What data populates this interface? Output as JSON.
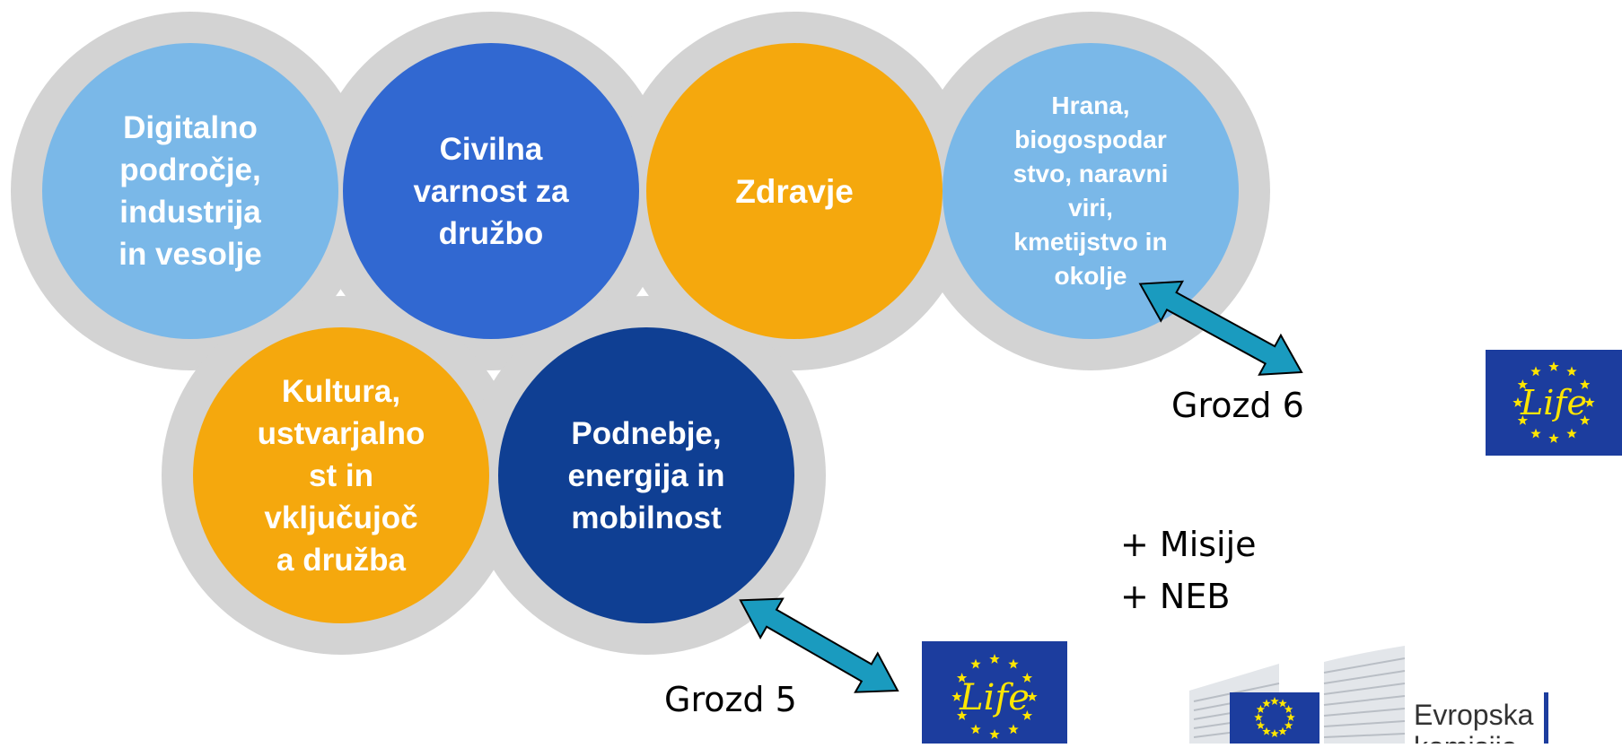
{
  "clusters": [
    {
      "text": "Digitalno\npodročje,\nindustrija\nin vesolje",
      "color": "#7ab8e8"
    },
    {
      "text": "Civilna\nvarnost za\ndružbo",
      "color": "#3168d1"
    },
    {
      "text": "Zdravje",
      "color": "#f5a80d"
    },
    {
      "text": "Hrana,\nbiogospodar\nstvo, naravni\nviri,\nkmetijstvo in\nokolje",
      "color": "#7ab8e8"
    },
    {
      "text": "Kultura,\nustvarjalno\nst in\nvključujoč\na družba",
      "color": "#f5a80d"
    },
    {
      "text": "Podnebje,\nenergija in\nmobilnost",
      "color": "#0f3f93"
    }
  ],
  "labels": {
    "grozd6": "Grozd 6",
    "grozd5": "Grozd 5"
  },
  "extras": {
    "misije": "+ Misije",
    "neb": "+ NEB"
  },
  "life_logo": {
    "text": "Life",
    "bg_color": "#1c3d9e",
    "star_color": "#ffe600"
  },
  "arrow_color": "#1a9bbf",
  "ec_logo": {
    "line1": "Evropska",
    "line2": "komisija"
  }
}
